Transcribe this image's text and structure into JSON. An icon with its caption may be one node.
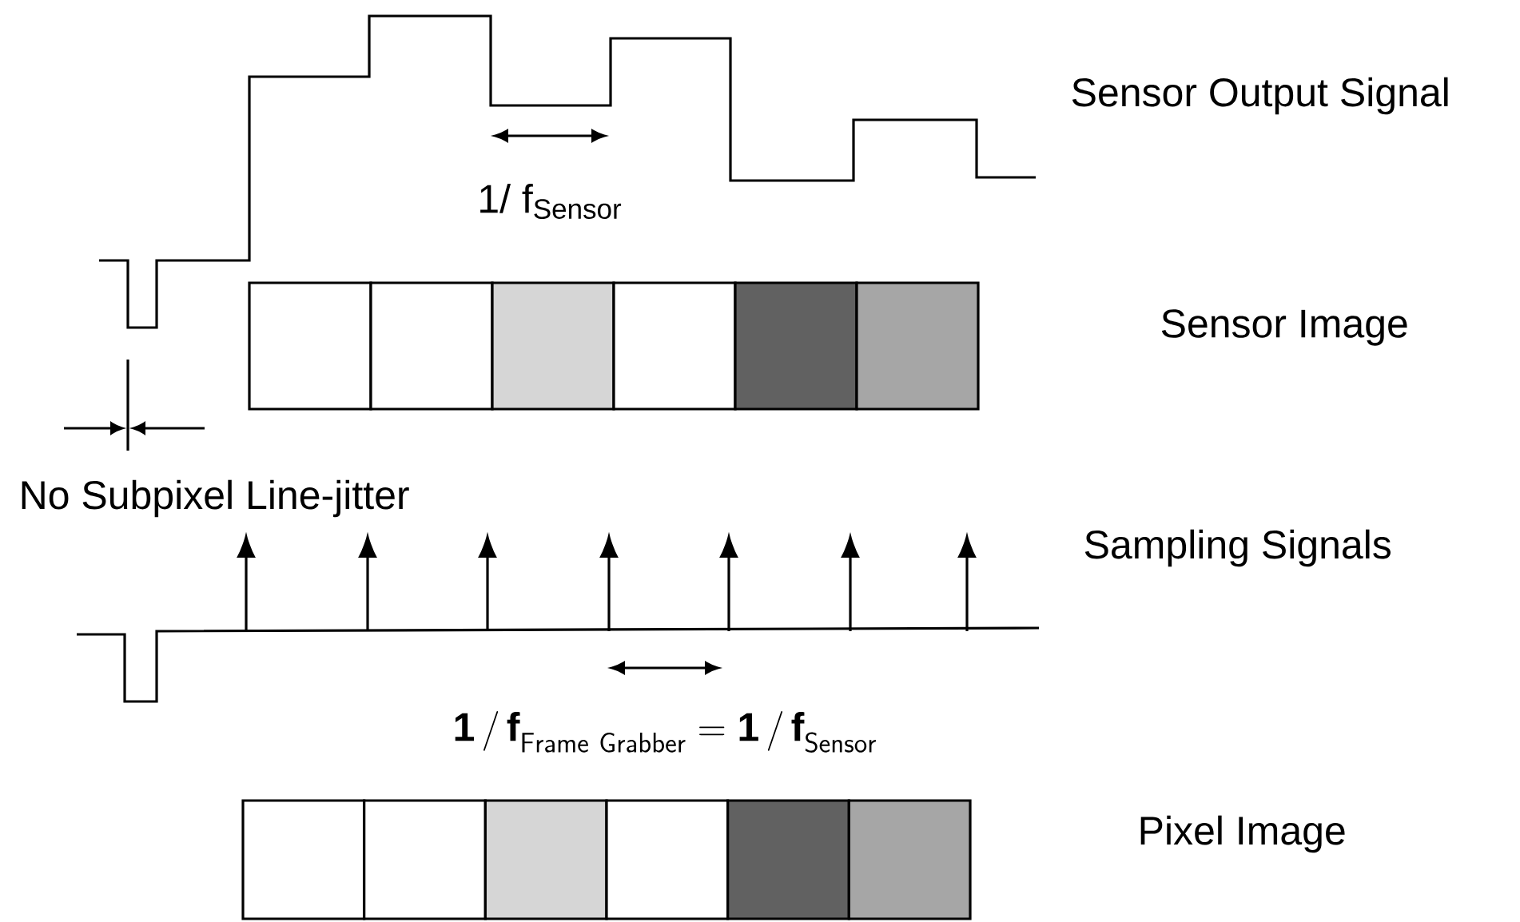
{
  "diagram": {
    "labels": [
      "Sensor Output Signal",
      "1/ f$_{Sensor}$",
      "Sensor Image",
      "No Subpixel Line-jitter",
      "Sampling Signals",
      "\\mathbf{1\\,/\\,f}_{\\mathsf{Frame\\ Grabber}} = \\mathbf{1\\,/\\,f}_{\\mathsf{Sensor}}",
      "Pixel Image"
    ]
  }
}
